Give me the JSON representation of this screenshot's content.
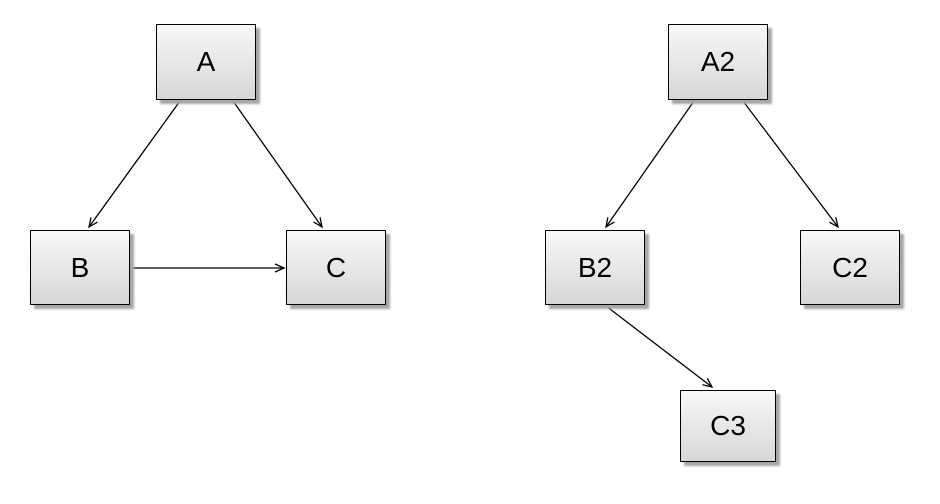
{
  "diagram": {
    "colors": {
      "background": "#ffffff",
      "node_border": "#000000",
      "node_fill_top": "#f8f8f8",
      "node_fill_bottom": "#d7d7d7",
      "node_shadow": "#a6a6a6",
      "edge": "#000000",
      "label_text": "#000000"
    },
    "graphs": [
      {
        "name": "left-graph",
        "nodes": [
          {
            "id": "A",
            "label": "A"
          },
          {
            "id": "B",
            "label": "B"
          },
          {
            "id": "C",
            "label": "C"
          }
        ],
        "edges": [
          {
            "from": "A",
            "to": "B"
          },
          {
            "from": "A",
            "to": "C"
          },
          {
            "from": "B",
            "to": "C"
          }
        ]
      },
      {
        "name": "right-graph",
        "nodes": [
          {
            "id": "A2",
            "label": "A2"
          },
          {
            "id": "B2",
            "label": "B2"
          },
          {
            "id": "C2",
            "label": "C2"
          },
          {
            "id": "C3",
            "label": "C3"
          }
        ],
        "edges": [
          {
            "from": "A2",
            "to": "B2"
          },
          {
            "from": "A2",
            "to": "C2"
          },
          {
            "from": "B2",
            "to": "C3"
          }
        ]
      }
    ]
  }
}
